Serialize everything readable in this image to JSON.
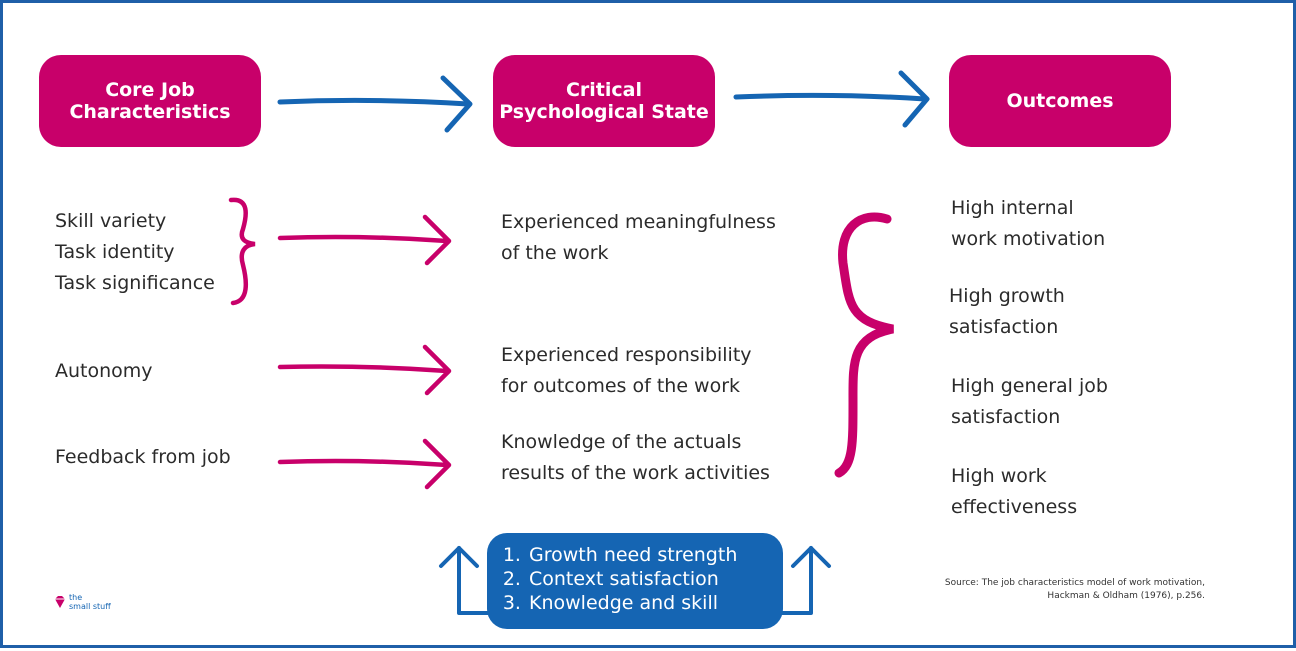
{
  "headers": {
    "core": [
      "Core Job",
      "Characteristics"
    ],
    "critical": [
      "Critical",
      "Psychological State"
    ],
    "outcomes": [
      "Outcomes"
    ]
  },
  "characteristics": {
    "group1": [
      "Skill variety",
      "Task identity",
      "Task significance"
    ],
    "autonomy": "Autonomy",
    "feedback": "Feedback from job"
  },
  "states": {
    "meaningfulness": [
      "Experienced meaningfulness",
      "of the work"
    ],
    "responsibility": [
      "Experienced responsibility",
      "for outcomes of the work"
    ],
    "knowledge": [
      "Knowledge of the actuals",
      "results of the work activities"
    ]
  },
  "outcomes": [
    [
      "High internal",
      "work motivation"
    ],
    [
      "High growth",
      "satisfaction"
    ],
    [
      "High general job",
      "satisfaction"
    ],
    [
      "High work",
      "effectiveness"
    ]
  ],
  "moderators": [
    "Growth need strength",
    "Context satisfaction",
    "Knowledge and skill"
  ],
  "source": [
    "Source: The job characteristics model of work motivation,",
    "Hackman & Oldham  (1976), p.256."
  ],
  "logo": [
    "the",
    "small stuff"
  ],
  "colors": {
    "magenta": "#c8006a",
    "blue": "#1565b3",
    "border": "#1f5fa8"
  }
}
